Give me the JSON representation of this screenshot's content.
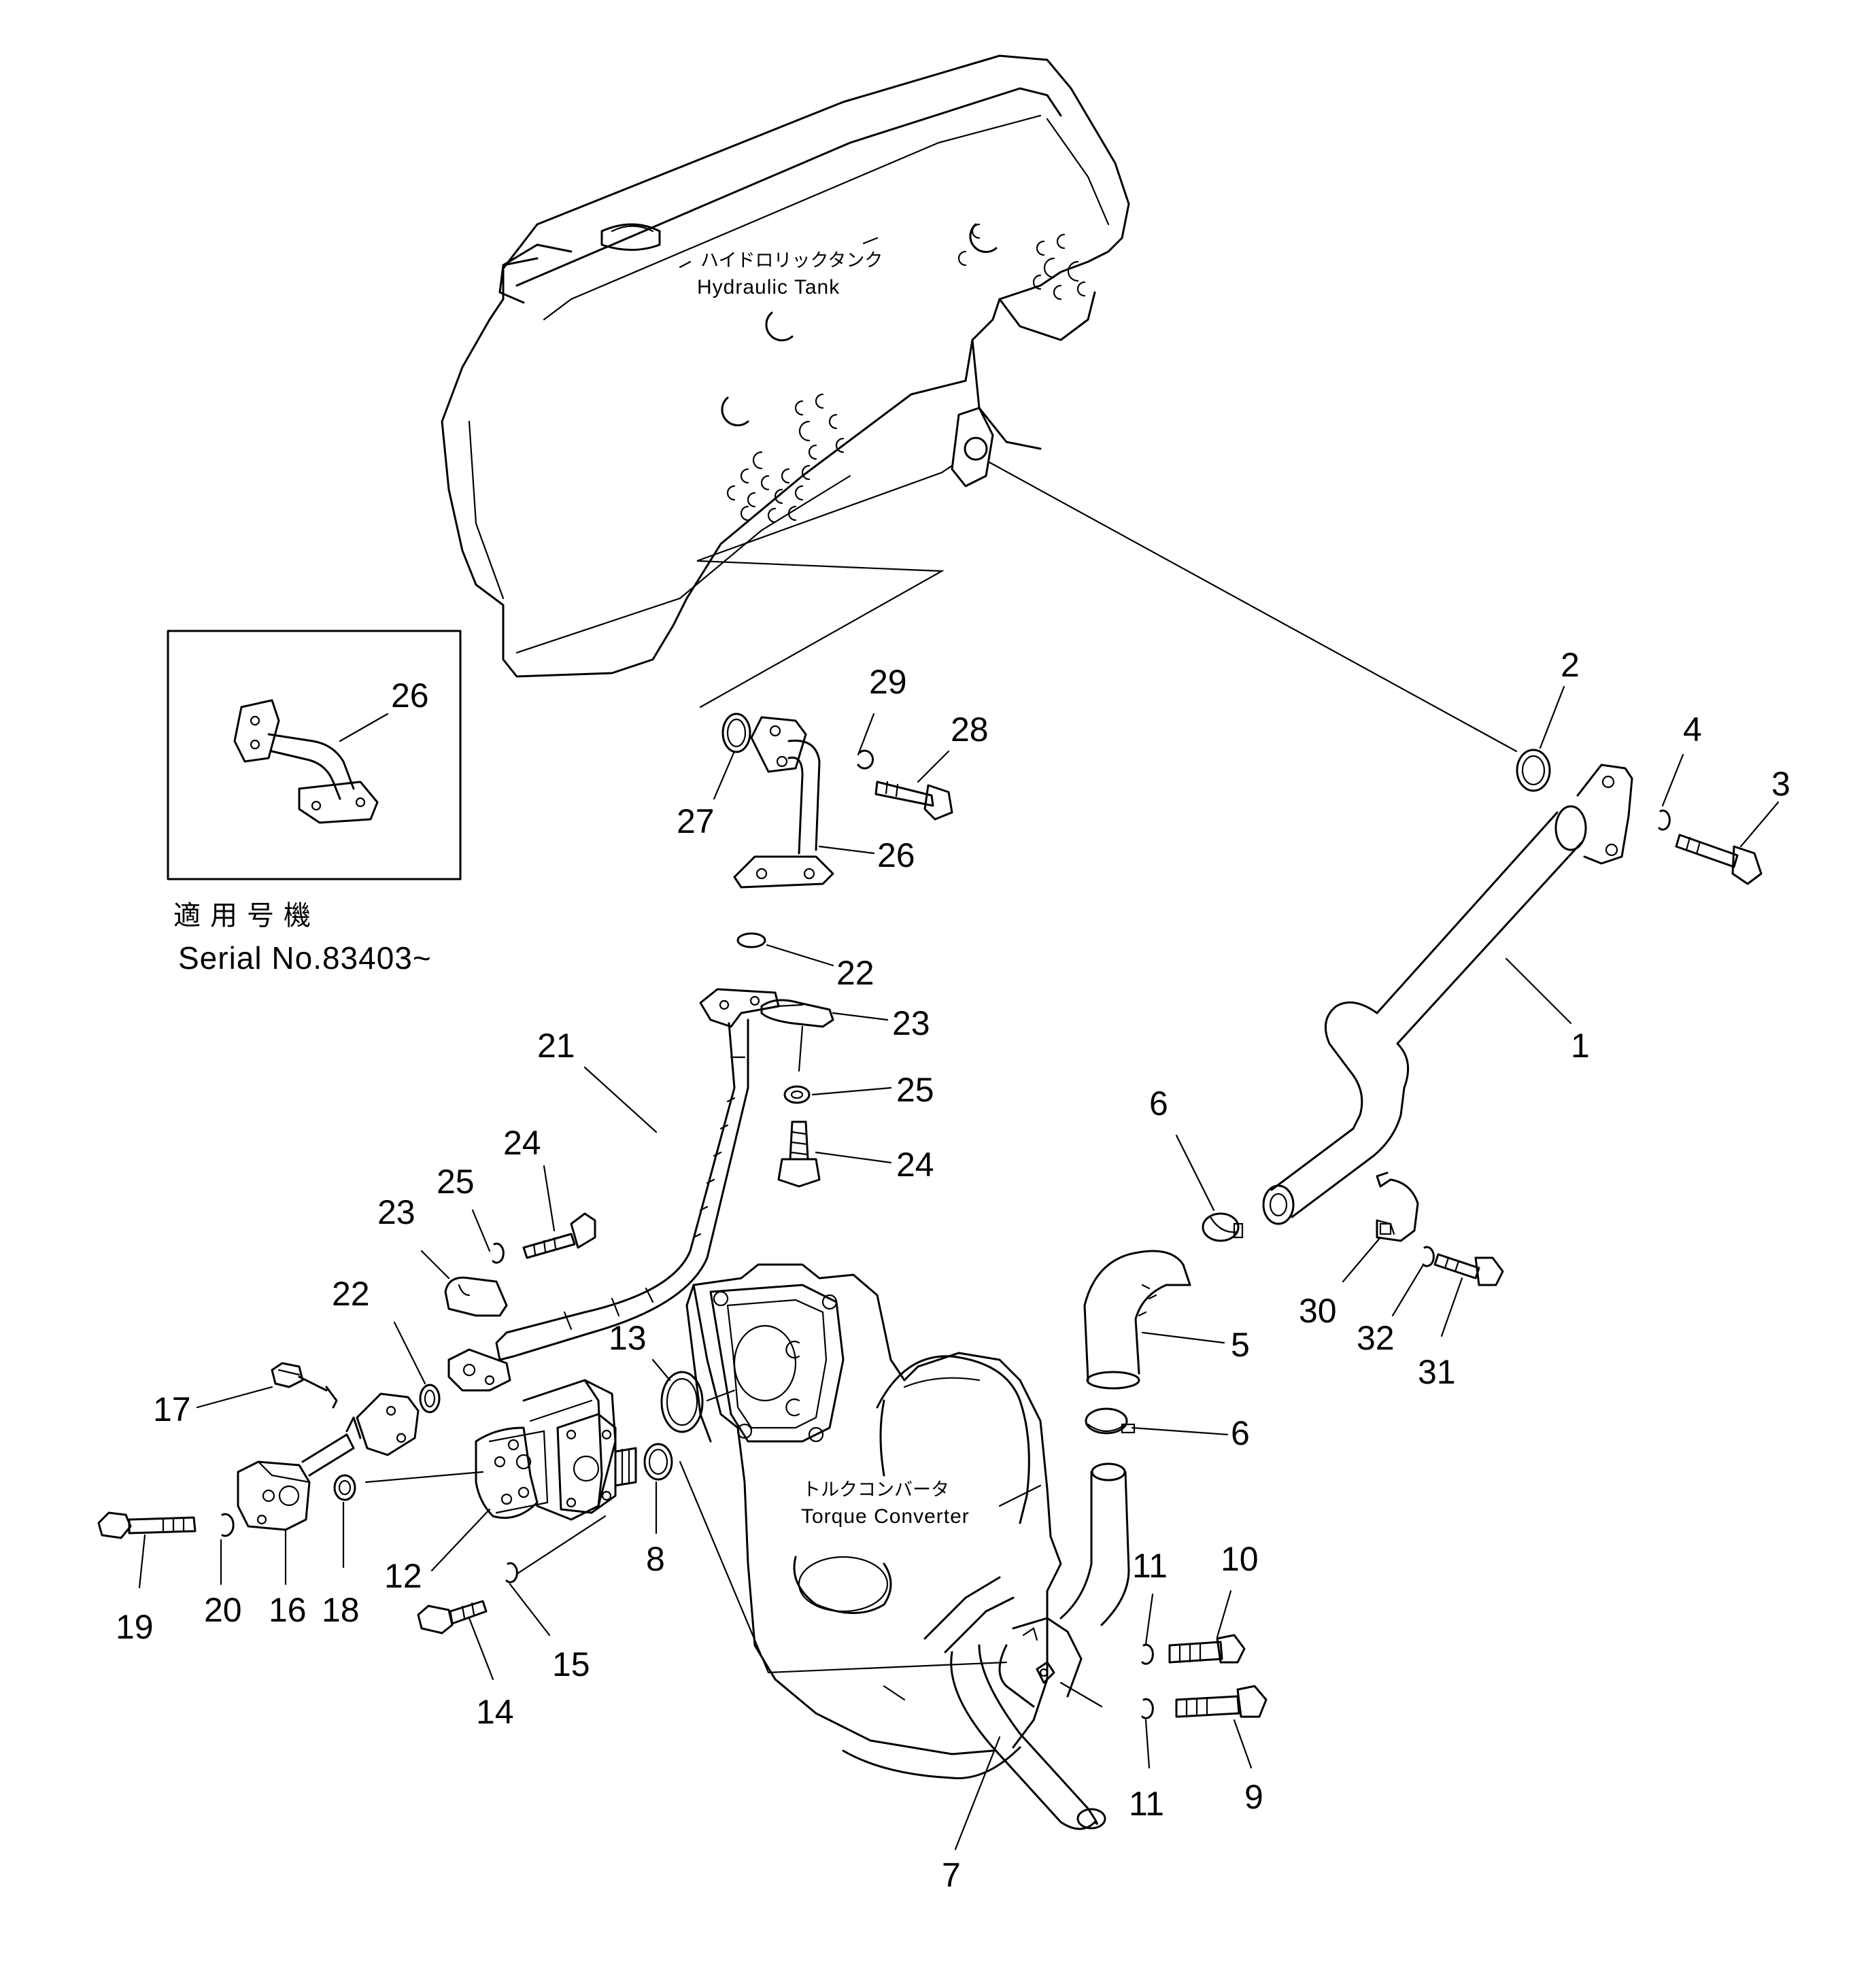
{
  "labels": {
    "hydraulic_tank_jp": "ハイドロリックタンク",
    "hydraulic_tank_en": "Hydraulic  Tank",
    "torque_converter_jp": "トルクコンバータ",
    "torque_converter_en": "Torque  Converter",
    "serial_jp": "適用号機",
    "serial_en": "Serial  No.83403~"
  },
  "callouts": {
    "c1": "1",
    "c2": "2",
    "c3": "3",
    "c4": "4",
    "c5": "5",
    "c6a": "6",
    "c6b": "6",
    "c7": "7",
    "c8": "8",
    "c9": "9",
    "c10": "10",
    "c11a": "11",
    "c11b": "11",
    "c12": "12",
    "c13": "13",
    "c14": "14",
    "c15": "15",
    "c16": "16",
    "c17": "17",
    "c18": "18",
    "c19": "19",
    "c20": "20",
    "c21": "21",
    "c22a": "22",
    "c22b": "22",
    "c23a": "23",
    "c23b": "23",
    "c24a": "24",
    "c24b": "24",
    "c25a": "25",
    "c25b": "25",
    "c26a": "26",
    "c26b": "26",
    "c27": "27",
    "c28": "28",
    "c29": "29",
    "c30": "30",
    "c31": "31",
    "c32": "32"
  }
}
